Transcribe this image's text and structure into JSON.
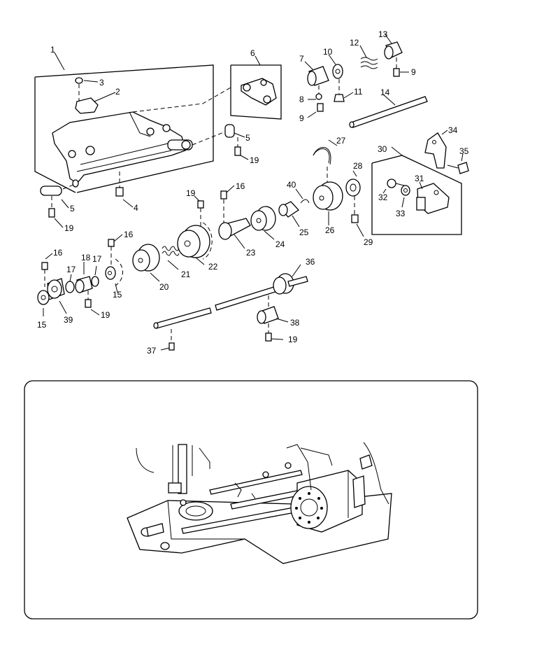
{
  "callouts": [
    "1",
    "2",
    "3",
    "4",
    "5",
    "5",
    "6",
    "7",
    "8",
    "9",
    "9",
    "10",
    "11",
    "12",
    "13",
    "14",
    "15",
    "15",
    "16",
    "16",
    "16",
    "17",
    "17",
    "18",
    "19",
    "19",
    "19",
    "19",
    "19",
    "20",
    "21",
    "22",
    "23",
    "24",
    "25",
    "26",
    "27",
    "28",
    "29",
    "30",
    "31",
    "32",
    "33",
    "34",
    "35",
    "36",
    "37",
    "38",
    "39",
    "40"
  ],
  "colors": {
    "line": "#000000",
    "background": "#ffffff"
  }
}
